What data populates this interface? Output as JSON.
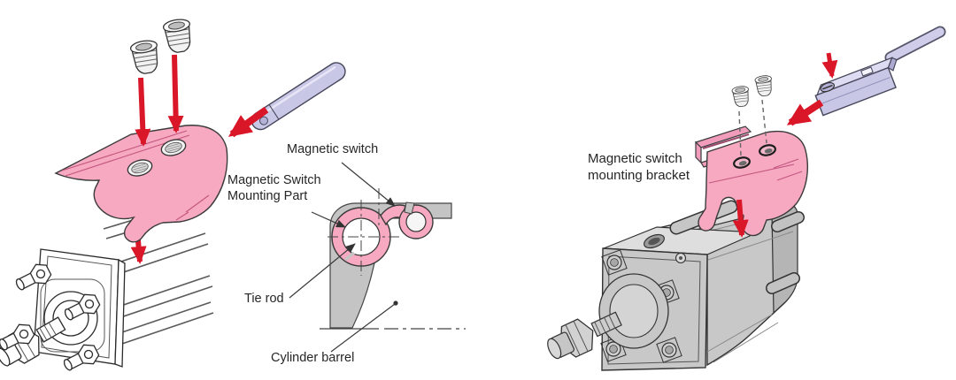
{
  "diagram": {
    "title_hint": "magnetic switch mounting illustrations",
    "left": {
      "labels": {
        "magnetic_switch": "Magnetic switch",
        "mounting_part_line1": "Magnetic Switch",
        "mounting_part_line2": "Mounting Part",
        "tie_rod": "Tie rod",
        "cylinder_barrel": "Cylinder barrel"
      }
    },
    "right": {
      "labels": {
        "bracket_line1": "Magnetic switch",
        "bracket_line2": "mounting bracket"
      }
    },
    "colors": {
      "bracket_pink": "#f7a9c2",
      "switch_lavender": "#c9c7e6",
      "arrow_red": "#da1728",
      "cylinder_gray": "#c8c8c8",
      "section_gray": "#c4c4c4",
      "outline": "#333333",
      "text": "#262626",
      "background": "#ffffff"
    }
  }
}
